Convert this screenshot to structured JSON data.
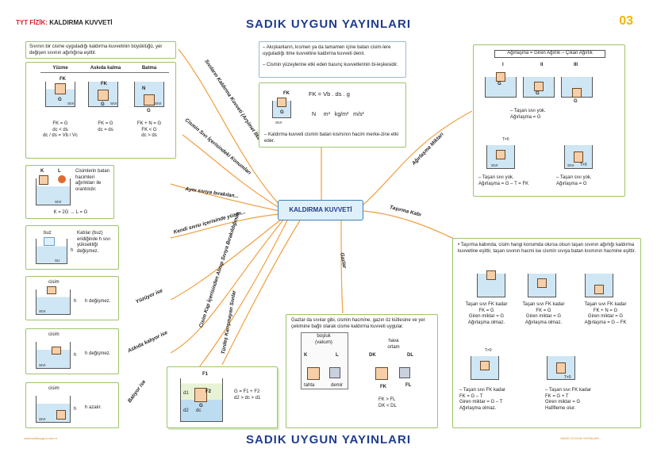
{
  "header": {
    "series": "TYT FİZİK:",
    "topic": "KALDIRMA KUVVETİ",
    "brand": "SADIK UYGUN YAYINLARI",
    "page": "03"
  },
  "center": {
    "title": "KALDIRMA KUVVETİ"
  },
  "branches": {
    "b1": "Sıvıların Kaldırma Kuvveti (Arşimet İlkesi)",
    "b2": "Cismin Sıvı İçerisindeki Konumları",
    "b3": "Aynı sıvıya bırakılan...",
    "b4": "Kendi sıvısı içerisinde yüzen...",
    "b5": "Yüzüyor ise",
    "b6": "Askıda kalıyor ise",
    "b7": "Batıyor ise",
    "b8": "Cisim Kap İçerisinden Alınıp Sıvıya Bırakıldığında",
    "b9": "Türdeş Karışmayan Sıvılar",
    "b10": "Gazlar",
    "b11": "Ağırlaşma Miktarı",
    "b12": "Taşırma Kabı"
  },
  "arsimet": {
    "bullets": [
      "Akışkanların, kısmen ya da tamamen içine batan cisim-lere uyguladığı itme kuvvetine kaldırma kuvveti denir.",
      "Cismin yüzeylerine etki eden basınç kuvvetlerinin bi-leşkesidir."
    ],
    "formula": "FK = Vb . ds . g",
    "units": [
      "N",
      "m³",
      "kg/m³",
      "m/s²"
    ],
    "note": "Kaldırma kuvveti cismin batan kısmının hacim merke-zine etki eder.",
    "labels": {
      "fk": "FK",
      "g": "G",
      "sivi": "SIVI"
    }
  },
  "konumlar": {
    "intro": "Sıvının bir cisme uyguladığı kaldırma kuvvetinin büyüklüğü, yer değişen sıvının ağırlığına eşittir.",
    "cols": [
      {
        "name": "Yüzme",
        "eq": [
          "FK = G",
          "dc < ds",
          "dc / ds = Vb / Vc"
        ]
      },
      {
        "name": "Askıda kalma",
        "eq": [
          "FK = G",
          "dc = ds"
        ]
      },
      {
        "name": "Batma",
        "eq": [
          "FK + N = G",
          "FK < G",
          "dc > ds"
        ]
      }
    ],
    "labels": {
      "fk": "FK",
      "g": "G",
      "n": "N",
      "sivi": "SIVI"
    }
  },
  "ayni": {
    "text": "Cisimlerin batan hacimleri ağırlıkları ile orantılıdır.",
    "eq": "K = 2G  →  L = G",
    "labels": {
      "k": "K",
      "l": "L",
      "sivi": "SIVI"
    }
  },
  "buz": {
    "text": "Katılar (buz) eridiğinde h sıvı yüksekliği değişmez.",
    "labels": {
      "buz": "buz",
      "su": "SU",
      "h": "h"
    }
  },
  "yuzuyor": {
    "text": "h değişmez.",
    "labels": {
      "cisim": "cisim",
      "sivi": "SIVI",
      "h": "h"
    }
  },
  "askida": {
    "text": "h değişmez.",
    "labels": {
      "cisim": "cisim",
      "sivi": "SIVI",
      "h": "h"
    }
  },
  "batiyor": {
    "text": "h azalır.",
    "labels": {
      "cisim": "cisim",
      "sivi": "SIVI",
      "h": "h"
    }
  },
  "turdes": {
    "eq": [
      "G = F1 + F2",
      "d2 > dc > d1"
    ],
    "labels": {
      "f1": "F1",
      "f2": "F2",
      "d1": "d1",
      "d2": "d2",
      "dc": "dc",
      "g": "G"
    }
  },
  "gazlar": {
    "text": "Gazlar da sıvılar gibi, cismin hacmine, gazın öz kütlesine ve yer çekimine bağlı olarak cisme kaldırma kuvveti uygular.",
    "labels": {
      "bosluk": "boşluk",
      "vakum": "(vakum)",
      "hava": "hava",
      "ortam": "ortam",
      "tahta": "tahta",
      "demir": "demir",
      "k": "K",
      "l": "L",
      "dk": "DK",
      "dl": "DL",
      "fk": "FK",
      "fl": "FL"
    },
    "eq": [
      "FK > FL",
      "DK < DL"
    ]
  },
  "agirlasma": {
    "header": "Ağırlaşma = Giren Ağırlık – Çıkan Ağırlık",
    "roman": [
      "I",
      "II",
      "III"
    ],
    "top_note": [
      "– Taşan sıvı yok.",
      "Ağırlaşma = G"
    ],
    "bl": [
      "– Taşan sıvı yok.",
      "Ağırlaşma = G – T = FK"
    ],
    "br": [
      "– Taşan sıvı yok.",
      "Ağırlaşma = G"
    ],
    "labels": {
      "g": "G",
      "t0": "T≠0",
      "sivi": "SIVI"
    }
  },
  "tasirma": {
    "bullet": "Taşırma kabında, cisim hangi konumda olursa olsun taşan sıvının ağırlığı kaldırma kuvvetine eşittir, taşan sıvının hacmi ise cismin sıvıya batan kısmının hacmine eşittir.",
    "top": [
      [
        "Taşan sıvı FK kadar",
        "FK = G",
        "Giren miktar = G",
        "Ağırlaşma olmaz."
      ],
      [
        "Taşan sıvı FK kadar",
        "FK = G",
        "Giren miktar = G",
        "Ağırlaşma olmaz."
      ],
      [
        "Taşan sıvı FK kadar",
        "FK + N = G",
        "Giren miktar = G",
        "Ağırlaşma = G – FK"
      ]
    ],
    "bottom": [
      [
        "– Taşan sıvı FK kadar",
        "FK = G – T",
        "Giren miktar = G – T",
        "Ağırlaşma olmaz."
      ],
      [
        "– Taşan sıvı FK kadar",
        "FK = G + T",
        "Giren miktar = G",
        "Hafifleme olur."
      ]
    ],
    "labels": {
      "t0": "T≠0"
    }
  },
  "footer": {
    "left": "www.sadikuygun.com.tr",
    "right": "SADIK UYGUN YAYINLARI"
  }
}
